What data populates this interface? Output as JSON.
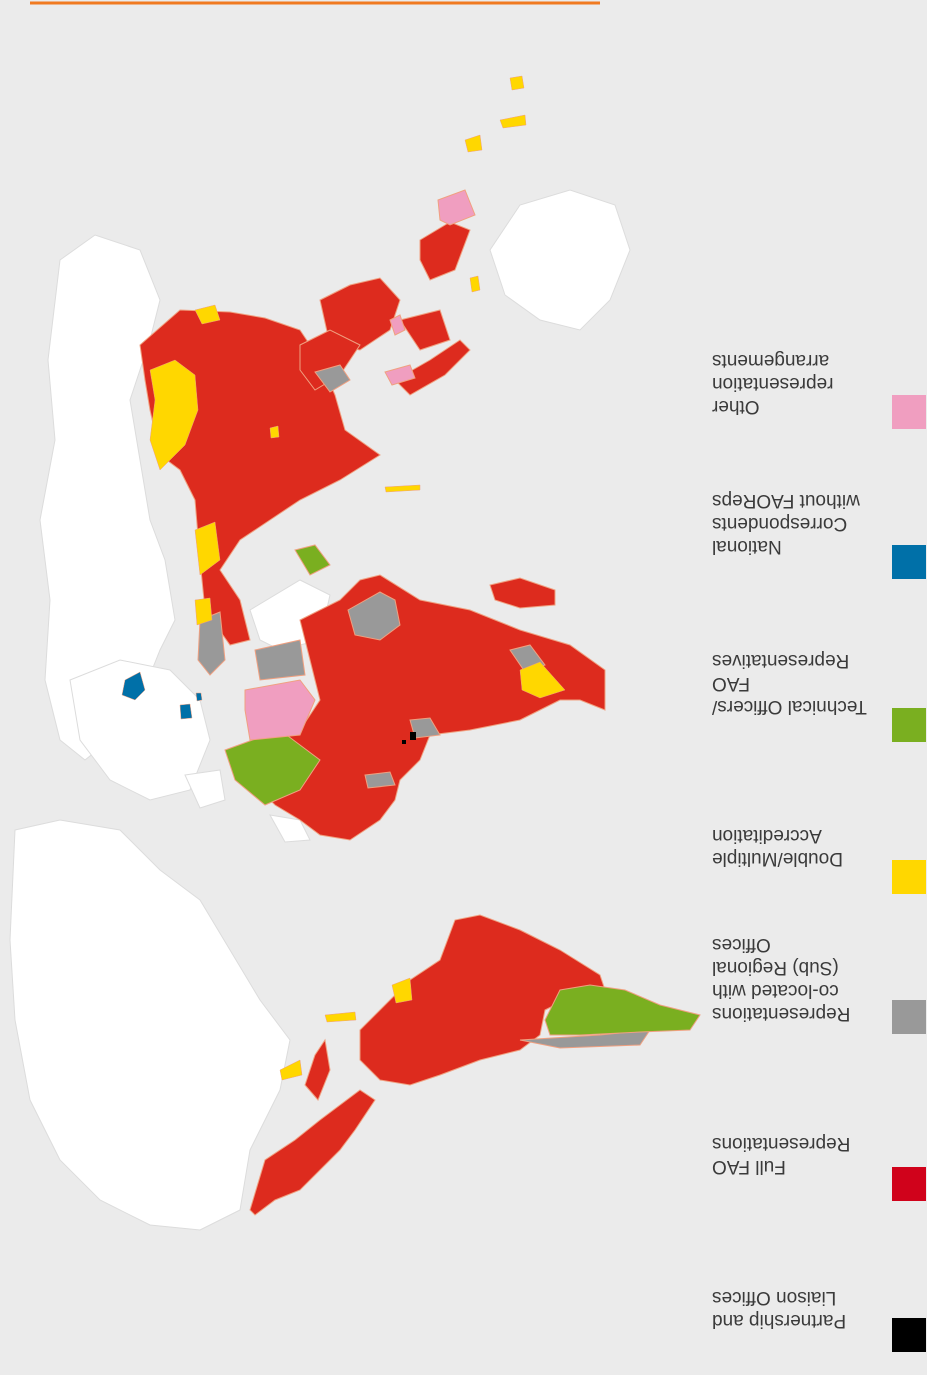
{
  "legend": [
    {
      "key": "other",
      "label": "Other representation\narrangements",
      "color": "#f09ec0"
    },
    {
      "key": "national",
      "label": "National Correspondents\nwithout FAOReps",
      "color": "#0070a8"
    },
    {
      "key": "technical",
      "label": "Technical Officers/\nFAO Representatives",
      "color": "#7aaf20"
    },
    {
      "key": "double",
      "label": "Double/Multiple\nAccreditation",
      "color": "#ffd700"
    },
    {
      "key": "colocated",
      "label": "Representations\nco-located with\n(Sub) Regional Offices",
      "color": "#999999"
    },
    {
      "key": "full",
      "label": "Full FAO\nRepresentations",
      "color": "#d0021b"
    },
    {
      "key": "partnership",
      "label": "Partnership and\nLiaison Offices",
      "color": "#000000"
    }
  ],
  "colors": {
    "background": "#ebebeb",
    "land": "#ffffff",
    "full_fill": "#dd2b1e",
    "border": "#f0a080",
    "accent_line": "#f07a20"
  }
}
